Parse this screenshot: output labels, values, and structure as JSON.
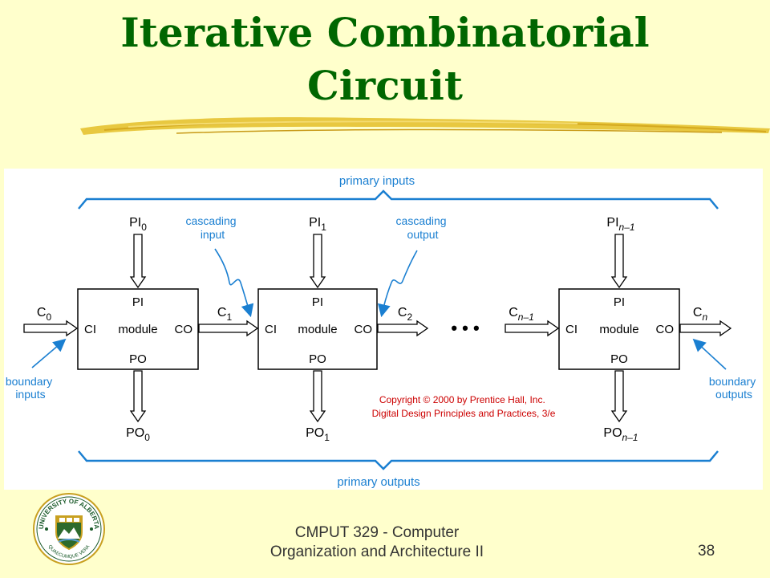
{
  "slide": {
    "title_line1": "Iterative Combinatorial",
    "title_line2": "Circuit",
    "footer_line1": "CMPUT 329 - Computer",
    "footer_line2": "Organization and Architecture II",
    "page_number": "38"
  },
  "diagram": {
    "primary_inputs": "primary inputs",
    "primary_outputs": "primary outputs",
    "cascading_input": [
      "cascading",
      "input"
    ],
    "cascading_output": [
      "cascading",
      "output"
    ],
    "boundary_inputs": [
      "boundary",
      "inputs"
    ],
    "boundary_outputs": [
      "boundary",
      "outputs"
    ],
    "ellipsis": "• • •",
    "copyright": [
      "Copyright © 2000 by Prentice Hall, Inc.",
      "Digital Design Principles and Practices, 3/e"
    ],
    "modules": [
      {
        "pi_label": "PI",
        "pi_sub": "0",
        "po_label": "PO",
        "po_sub": "0",
        "cin_label": "C",
        "cin_sub": "0",
        "box_pi": "PI",
        "box_ci": "CI",
        "box_module": "module",
        "box_co": "CO",
        "box_po": "PO"
      },
      {
        "pi_label": "PI",
        "pi_sub": "1",
        "po_label": "PO",
        "po_sub": "1",
        "cin_label": "C",
        "cin_sub": "1",
        "box_pi": "PI",
        "box_ci": "CI",
        "box_module": "module",
        "box_co": "CO",
        "box_po": "PO"
      },
      {
        "pi_label": "PI",
        "pi_sub": "n–1",
        "po_label": "PO",
        "po_sub": "n–1",
        "cin_label": "C",
        "cin_sub": "n–1",
        "box_pi": "PI",
        "box_ci": "CI",
        "box_module": "module",
        "box_co": "CO",
        "box_po": "PO"
      }
    ],
    "c2": {
      "label": "C",
      "sub": "2"
    },
    "cn": {
      "label": "C",
      "sub": "n"
    }
  },
  "logo": {
    "text_top": "UNIVERSITY OF ALBERTA",
    "text_bottom": "QUAECUMQUE VERA"
  },
  "colors": {
    "title": "#006600",
    "background": "#FFFFCC",
    "annotation_blue": "#1a7fd1",
    "copyright_red": "#cc0000"
  }
}
